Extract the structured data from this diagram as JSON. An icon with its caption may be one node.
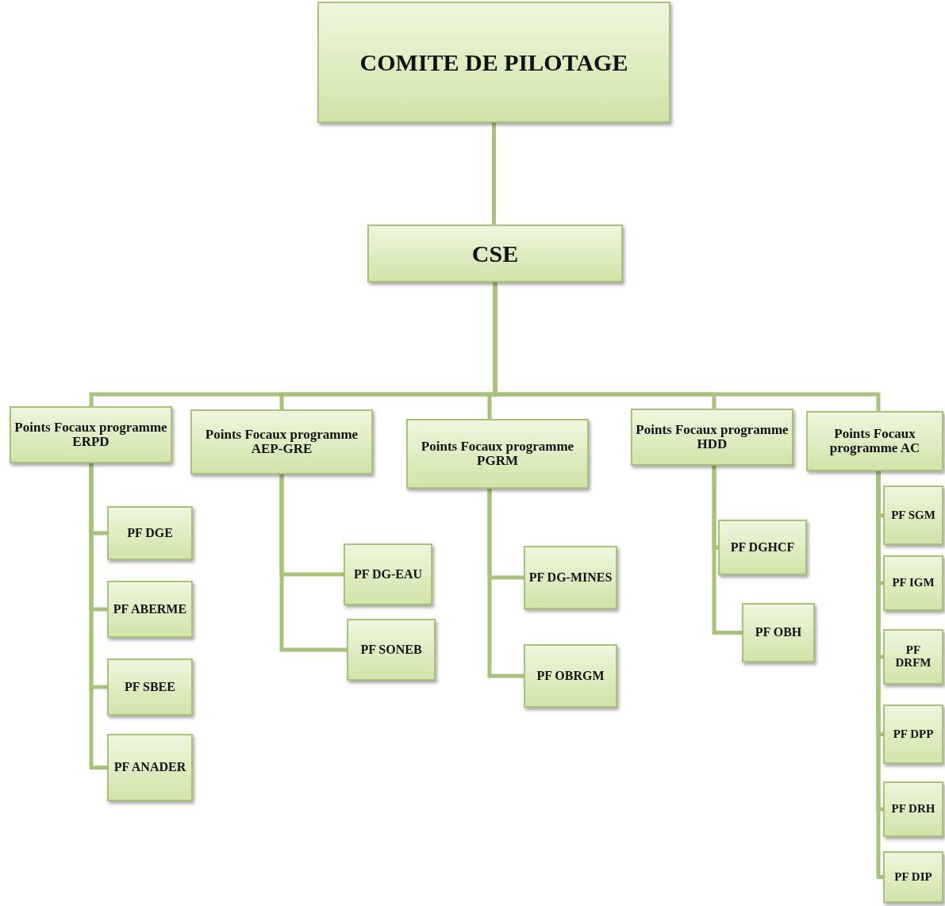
{
  "diagram": {
    "nodes": [
      {
        "text": [
          "COMITE DE PILOTAGE"
        ]
      },
      {
        "text": [
          "CSE"
        ]
      },
      {
        "text": [
          "Points Focaux programme ERPD"
        ]
      },
      {
        "text": [
          "Points Focaux programme AEP-GRE"
        ]
      },
      {
        "text": [
          "Points Focaux programme PGRM"
        ]
      },
      {
        "text": [
          "Points Focaux programme HDD"
        ]
      },
      {
        "text": [
          "Points Focaux programme AC"
        ]
      },
      {
        "text": [
          "PF DGE"
        ]
      },
      {
        "text": [
          "PF ABERME"
        ]
      },
      {
        "text": [
          "PF SBEE"
        ]
      },
      {
        "text": [
          "PF ANADER"
        ]
      },
      {
        "text": [
          "PF DG-EAU"
        ]
      },
      {
        "text": [
          "PF SONEB"
        ]
      },
      {
        "text": [
          "PF DG-MINES"
        ]
      },
      {
        "text": [
          "PF OBRGM"
        ]
      },
      {
        "text": [
          "PF DGHCF"
        ]
      },
      {
        "text": [
          "PF OBH"
        ]
      },
      {
        "text": [
          "PF SGM"
        ]
      },
      {
        "text": [
          "PF IGM"
        ]
      },
      {
        "text": [
          "PF DRFM"
        ]
      },
      {
        "text": [
          "PF DPP"
        ]
      },
      {
        "text": [
          "PF DRH"
        ]
      },
      {
        "text": [
          "PF DIP"
        ]
      }
    ],
    "edges": [
      {
        "from": 0,
        "to": 1,
        "arrow": "none"
      },
      {
        "from": 1,
        "to": 2,
        "arrow": "none"
      },
      {
        "from": 1,
        "to": 3,
        "arrow": "none"
      },
      {
        "from": 1,
        "to": 4,
        "arrow": "none"
      },
      {
        "from": 1,
        "to": 5,
        "arrow": "none"
      },
      {
        "from": 1,
        "to": 6,
        "arrow": "none"
      },
      {
        "from": 2,
        "to": 7,
        "arrow": "none"
      },
      {
        "from": 2,
        "to": 8,
        "arrow": "none"
      },
      {
        "from": 2,
        "to": 9,
        "arrow": "none"
      },
      {
        "from": 2,
        "to": 10,
        "arrow": "none"
      },
      {
        "from": 3,
        "to": 11,
        "arrow": "none"
      },
      {
        "from": 3,
        "to": 12,
        "arrow": "none"
      },
      {
        "from": 4,
        "to": 13,
        "arrow": "none"
      },
      {
        "from": 4,
        "to": 14,
        "arrow": "none"
      },
      {
        "from": 5,
        "to": 15,
        "arrow": "none"
      },
      {
        "from": 5,
        "to": 16,
        "arrow": "none"
      },
      {
        "from": 6,
        "to": 17,
        "arrow": "none"
      },
      {
        "from": 6,
        "to": 18,
        "arrow": "none"
      },
      {
        "from": 6,
        "to": 19,
        "arrow": "none"
      },
      {
        "from": 6,
        "to": 20,
        "arrow": "none"
      },
      {
        "from": 6,
        "to": 21,
        "arrow": "none"
      },
      {
        "from": 6,
        "to": 22,
        "arrow": "none"
      }
    ]
  }
}
